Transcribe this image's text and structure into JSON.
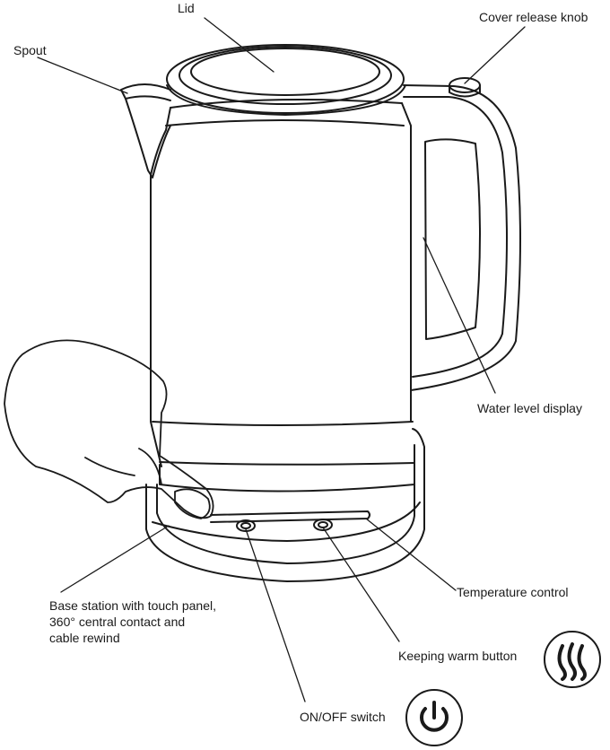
{
  "labels": {
    "lid": "Lid",
    "spout": "Spout",
    "cover_release_knob": "Cover release knob",
    "water_level_display": "Water level display",
    "base_station": [
      "Base station with touch panel,",
      "360° central contact and",
      "cable rewind"
    ],
    "temperature_control": "Temperature control",
    "keeping_warm_button": "Keeping warm button",
    "on_off_switch": "ON/OFF switch"
  },
  "icons": {
    "keep_warm": "heat-waves-icon",
    "power": "power-icon"
  },
  "colors": {
    "stroke": "#1a1a1a",
    "background": "#ffffff"
  }
}
